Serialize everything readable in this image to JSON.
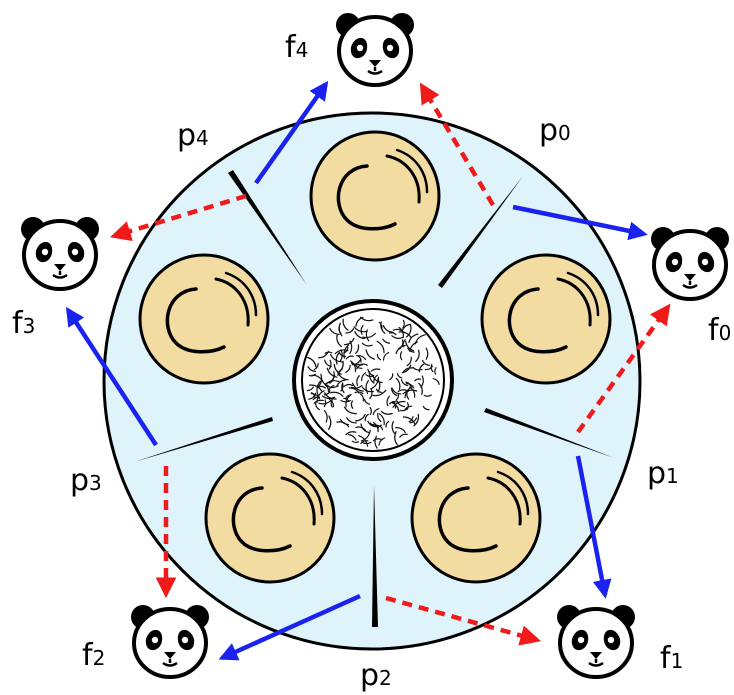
{
  "labels": {
    "p0": {
      "main": "p",
      "sub": "0"
    },
    "p1": {
      "main": "p",
      "sub": "1"
    },
    "p2": {
      "main": "p",
      "sub": "2"
    },
    "p3": {
      "main": "p",
      "sub": "3"
    },
    "p4": {
      "main": "p",
      "sub": "4"
    },
    "f0": {
      "main": "f",
      "sub": "0"
    },
    "f1": {
      "main": "f",
      "sub": "1"
    },
    "f2": {
      "main": "f",
      "sub": "2"
    },
    "f3": {
      "main": "f",
      "sub": "3"
    },
    "f4": {
      "main": "f",
      "sub": "4"
    }
  },
  "icons": {
    "panda": "panda-face-icon",
    "plate": "plate-icon",
    "bowl": "rice-bowl-icon",
    "chopstick": "chopstick-icon"
  },
  "colors": {
    "table": "#dff3fb",
    "plate": "#f2dca2",
    "blue_arrow": "#1a22f0",
    "red_arrow": "#ef1a1a",
    "outline": "#000000"
  }
}
